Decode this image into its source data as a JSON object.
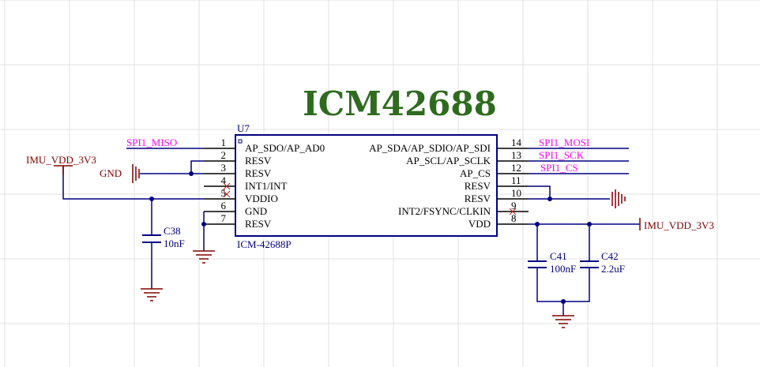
{
  "title": "ICM42688",
  "colors": {
    "title": "#2e6b1f",
    "wire": "#000080",
    "pin": "#000000",
    "text": "#000080",
    "net": "#ff00ff",
    "power": "#800000",
    "body_fill": "#ffffff",
    "body_stroke": "#000080",
    "grid": "#e2e2e2",
    "nc": "#b22222"
  },
  "chip": {
    "designator": "U7",
    "part": "ICM-42688P",
    "left_pins": [
      {
        "num": "1",
        "name": "AP_SDO/AP_AD0"
      },
      {
        "num": "2",
        "name": "RESV"
      },
      {
        "num": "3",
        "name": "RESV"
      },
      {
        "num": "4",
        "name": "INT1/INT"
      },
      {
        "num": "5",
        "name": "VDDIO"
      },
      {
        "num": "6",
        "name": "GND"
      },
      {
        "num": "7",
        "name": "RESV"
      }
    ],
    "right_pins": [
      {
        "num": "14",
        "name": "AP_SDA/AP_SDIO/AP_SDI"
      },
      {
        "num": "13",
        "name": "AP_SCL/AP_SCLK"
      },
      {
        "num": "12",
        "name": "AP_CS"
      },
      {
        "num": "11",
        "name": "RESV"
      },
      {
        "num": "10",
        "name": "RESV"
      },
      {
        "num": "9",
        "name": "INT2/FSYNC/CLKIN"
      },
      {
        "num": "8",
        "name": "VDD"
      }
    ]
  },
  "nets": {
    "miso": "SPI1_MISO",
    "mosi": "SPI1_MOSI",
    "sck": "SPI1_SCK",
    "cs": "SPI1_CS"
  },
  "power": {
    "left_vdd": "IMU_VDD_3V3",
    "right_vdd": "IMU_VDD_3V3",
    "gnd_label": "GND"
  },
  "caps": [
    {
      "ref": "C38",
      "value": "10nF"
    },
    {
      "ref": "C41",
      "value": "100nF"
    },
    {
      "ref": "C42",
      "value": "2.2uF"
    }
  ]
}
